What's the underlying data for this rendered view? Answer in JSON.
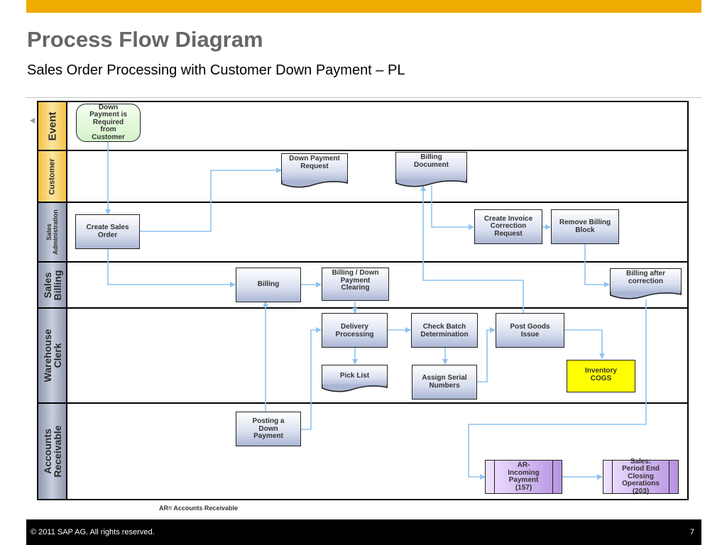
{
  "header": {
    "title": "Process Flow Diagram",
    "subtitle": "Sales Order Processing with Customer Down Payment – PL"
  },
  "lanes": [
    {
      "label": "Event"
    },
    {
      "label": "Customer"
    },
    {
      "label": "Sales\nAdministration"
    },
    {
      "label": "Sales\nBilling"
    },
    {
      "label": "Warehouse\nClerk"
    },
    {
      "label": "Accounts\nReceivable"
    }
  ],
  "steps": {
    "down_payment_required": "Down\nPayment is\nRequired\nfrom\nCustomer",
    "down_payment_request": "Down Payment\nRequest",
    "billing_document": "Billing\nDocument",
    "create_sales_order": "Create Sales\nOrder",
    "create_invoice_correction": "Create Invoice\nCorrection\nRequest",
    "remove_billing_block": "Remove Billing\nBlock",
    "billing": "Billing",
    "billing_down_payment_clearing": "Billing / Down\nPayment\nClearing",
    "billing_after_correction": "Billing after\ncorrection",
    "delivery_processing": "Delivery\nProcessing",
    "check_batch_determination": "Check Batch\nDetermination",
    "post_goods_issue": "Post Goods\nIssue",
    "pick_list": "Pick List",
    "assign_serial_numbers": "Assign Serial\nNumbers",
    "inventory_cogs": "Inventory\nCOGS",
    "posting_down_payment": "Posting a\nDown\nPayment",
    "ar_incoming_payment": "AR-\nIncoming\nPayment\n(157)",
    "sales_period_end": "Sales:\nPeriod End\nClosing\nOperations\n(203)"
  },
  "note": "AR= Accounts Receivable",
  "footer": {
    "copyright": "©  2011 SAP AG. All rights reserved.",
    "page_number": "7"
  },
  "colors": {
    "accent": "#f0ab00",
    "connector": "#8ec3f0",
    "event_box": "#d5f3c9",
    "highlight": "#ffff00",
    "external_process": "#cdb3ee"
  }
}
